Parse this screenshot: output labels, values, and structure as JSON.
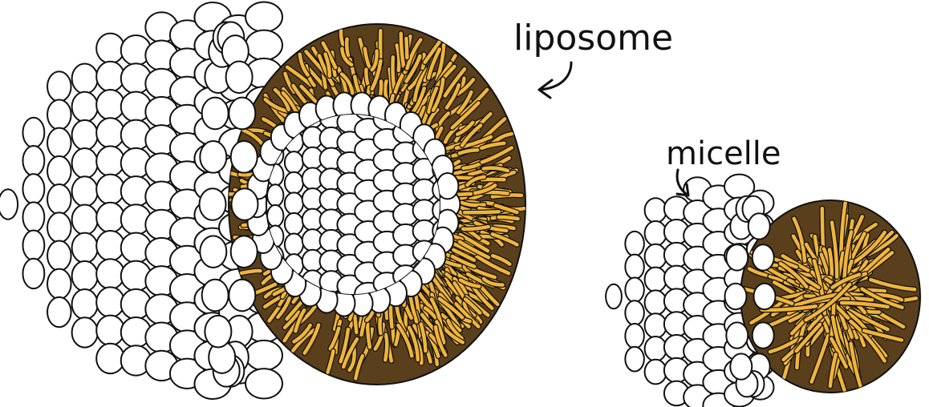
{
  "labels": {
    "liposome": "liposome",
    "micelle": "micelle"
  },
  "structures": [
    {
      "name": "liposome",
      "layers": "lipid bilayer with hollow aqueous core"
    },
    {
      "name": "micelle",
      "layers": "single lipid layer with tail-filled core"
    }
  ],
  "colors": {
    "background": "#ffffff",
    "head_fill": "#ffffff",
    "outline": "#111111",
    "tail": "#f0b43c",
    "tail_shadow": "#5a3f1c"
  },
  "icons": [
    "curved-arrow-icon"
  ]
}
